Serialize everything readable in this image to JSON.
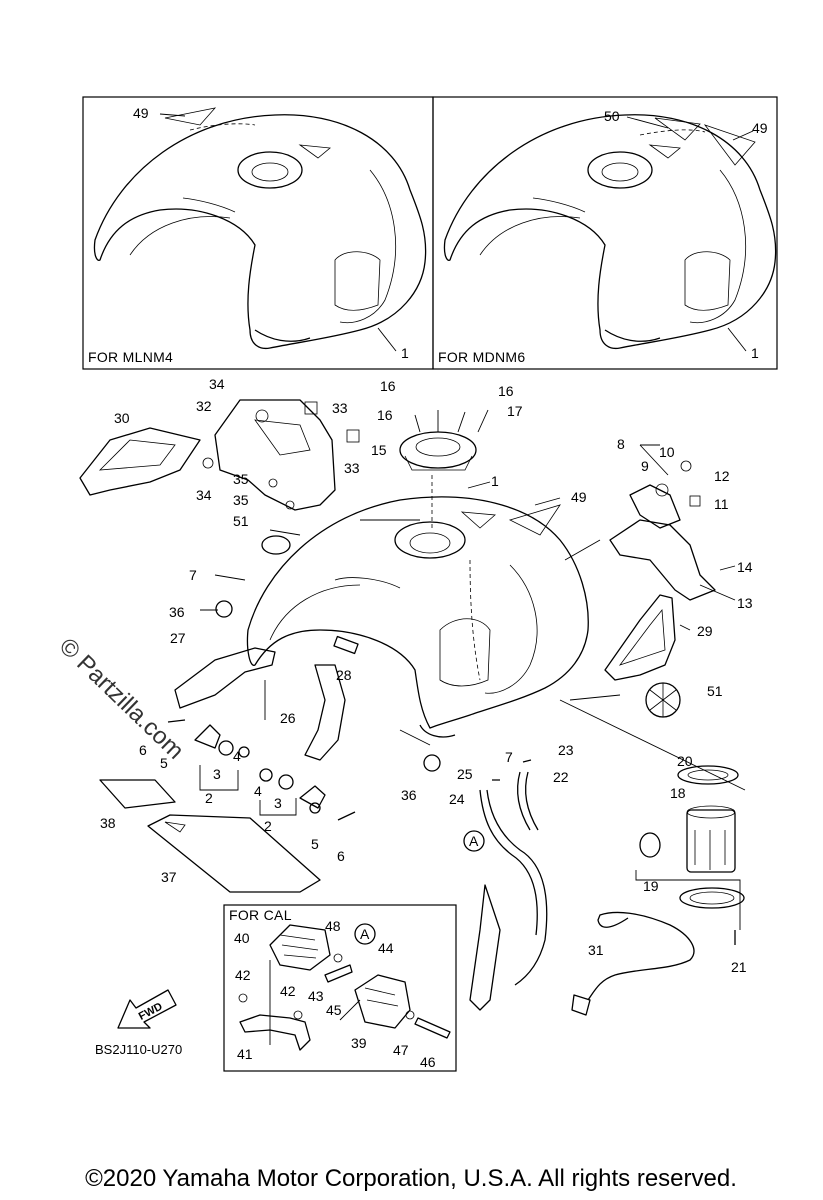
{
  "panels": {
    "left_caption": "FOR MLNM4",
    "right_caption": "FOR MDNM6",
    "cal_caption": "FOR CAL"
  },
  "callouts": [
    {
      "id": "c49a",
      "text": "49"
    },
    {
      "id": "c1a",
      "text": "1"
    },
    {
      "id": "c50",
      "text": "50"
    },
    {
      "id": "c49b",
      "text": "49"
    },
    {
      "id": "c1b",
      "text": "1"
    },
    {
      "id": "c34a",
      "text": "34"
    },
    {
      "id": "c32",
      "text": "32"
    },
    {
      "id": "c33a",
      "text": "33"
    },
    {
      "id": "c33b",
      "text": "33"
    },
    {
      "id": "c30",
      "text": "30"
    },
    {
      "id": "c34b",
      "text": "34"
    },
    {
      "id": "c35a",
      "text": "35"
    },
    {
      "id": "c35b",
      "text": "35"
    },
    {
      "id": "c51a",
      "text": "51"
    },
    {
      "id": "c16a",
      "text": "16"
    },
    {
      "id": "c16b",
      "text": "16"
    },
    {
      "id": "c16c",
      "text": "16"
    },
    {
      "id": "c17",
      "text": "17"
    },
    {
      "id": "c15",
      "text": "15"
    },
    {
      "id": "c1c",
      "text": "1"
    },
    {
      "id": "c49c",
      "text": "49"
    },
    {
      "id": "c8",
      "text": "8"
    },
    {
      "id": "c10",
      "text": "10"
    },
    {
      "id": "c12",
      "text": "12"
    },
    {
      "id": "c9",
      "text": "9"
    },
    {
      "id": "c11",
      "text": "11"
    },
    {
      "id": "c14",
      "text": "14"
    },
    {
      "id": "c13",
      "text": "13"
    },
    {
      "id": "c29",
      "text": "29"
    },
    {
      "id": "c51b",
      "text": "51"
    },
    {
      "id": "c7a",
      "text": "7"
    },
    {
      "id": "c36a",
      "text": "36"
    },
    {
      "id": "c27",
      "text": "27"
    },
    {
      "id": "c28",
      "text": "28"
    },
    {
      "id": "c26",
      "text": "26"
    },
    {
      "id": "c6a",
      "text": "6"
    },
    {
      "id": "c5a",
      "text": "5"
    },
    {
      "id": "c3a",
      "text": "3"
    },
    {
      "id": "c4a",
      "text": "4"
    },
    {
      "id": "c2a",
      "text": "2"
    },
    {
      "id": "c4b",
      "text": "4"
    },
    {
      "id": "c3b",
      "text": "3"
    },
    {
      "id": "c2b",
      "text": "2"
    },
    {
      "id": "c5b",
      "text": "5"
    },
    {
      "id": "c6b",
      "text": "6"
    },
    {
      "id": "c38",
      "text": "38"
    },
    {
      "id": "c37",
      "text": "37"
    },
    {
      "id": "c36b",
      "text": "36"
    },
    {
      "id": "c7b",
      "text": "7"
    },
    {
      "id": "c23",
      "text": "23"
    },
    {
      "id": "c25",
      "text": "25"
    },
    {
      "id": "c22",
      "text": "22"
    },
    {
      "id": "c24",
      "text": "24"
    },
    {
      "id": "cA1",
      "text": "A"
    },
    {
      "id": "c20",
      "text": "20"
    },
    {
      "id": "c18",
      "text": "18"
    },
    {
      "id": "c19",
      "text": "19"
    },
    {
      "id": "c31",
      "text": "31"
    },
    {
      "id": "c21",
      "text": "21"
    },
    {
      "id": "c40",
      "text": "40"
    },
    {
      "id": "c48",
      "text": "48"
    },
    {
      "id": "cA2",
      "text": "A"
    },
    {
      "id": "c44",
      "text": "44"
    },
    {
      "id": "c42a",
      "text": "42"
    },
    {
      "id": "c42b",
      "text": "42"
    },
    {
      "id": "c43",
      "text": "43"
    },
    {
      "id": "c45",
      "text": "45"
    },
    {
      "id": "c39",
      "text": "39"
    },
    {
      "id": "c47",
      "text": "47"
    },
    {
      "id": "c46",
      "text": "46"
    },
    {
      "id": "c41",
      "text": "41"
    }
  ],
  "fwd_label": "FWD",
  "diagram_code": "BS2J110-U270",
  "watermark": "© Partzilla.com",
  "copyright": "©2020 Yamaha Motor Corporation, U.S.A. All rights reserved."
}
